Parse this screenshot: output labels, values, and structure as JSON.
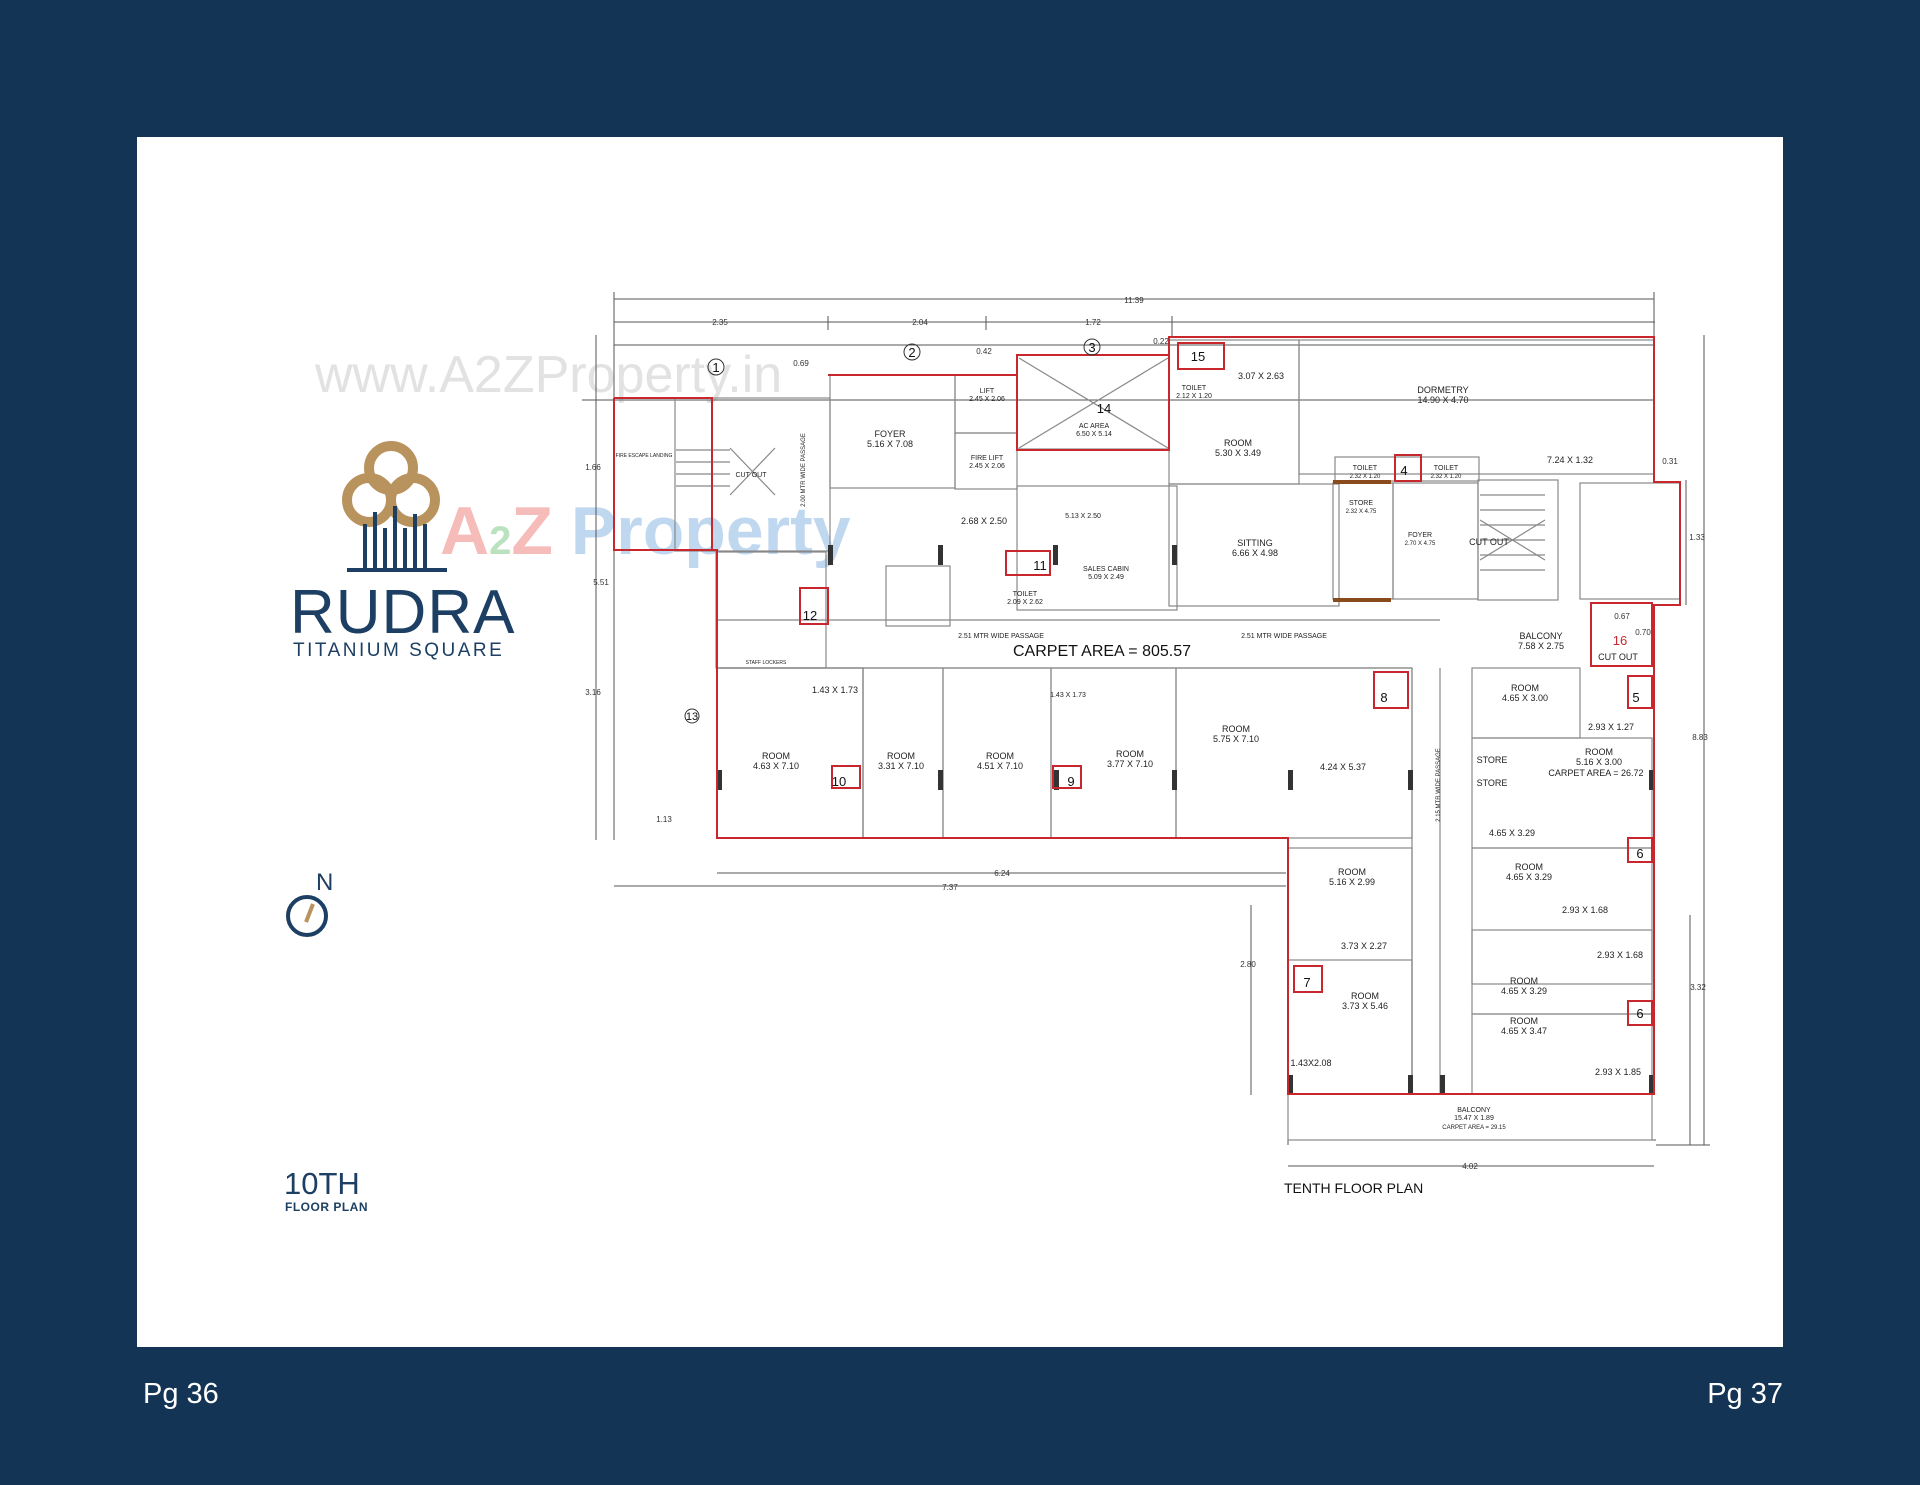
{
  "page": {
    "left_number": "Pg 36",
    "right_number": "Pg 37"
  },
  "brand": {
    "name": "RUDRA",
    "tagline": "TITANIUM SQUARE",
    "gold": "#b8935e",
    "navy": "#1c3f63"
  },
  "watermark": {
    "url": "www.A2ZProperty.in",
    "logo_a": "A",
    "logo_2": "2",
    "logo_z": "Z",
    "logo_word": "Property"
  },
  "floor_label": {
    "number": "10TH",
    "caption": "FLOOR PLAN"
  },
  "compass": {
    "label": "N"
  },
  "plan": {
    "title": "TENTH FLOOR PLAN",
    "carpet_area": "CARPET AREA = 805.57",
    "wall_color": "#c8282d",
    "dimensions": {
      "overall": "11.39",
      "d1": "2.35",
      "d2": "2.04",
      "d3": "1.72",
      "d4": "6.24",
      "d5": "7.37",
      "d6": "4.02",
      "d7": "8.83",
      "d8": "3.32",
      "d9": "2.80",
      "d10": "1.13",
      "d11": "3.16",
      "d12": "5.51",
      "d13": "1.66",
      "d14": "0.69",
      "d15": "0.42",
      "d16": "0.22",
      "d17": "0.31",
      "d18": "1.33",
      "d19": "0.67",
      "d20": "0.70"
    },
    "grid_markers": [
      "1",
      "2",
      "3",
      "13"
    ],
    "cutout_numbers": [
      "15",
      "14",
      "4",
      "11",
      "12",
      "16",
      "8",
      "5",
      "10",
      "9",
      "6",
      "7",
      "6"
    ],
    "rooms": {
      "dormetry": "DORMETRY",
      "dormetry_dim": "14.90 X 4.70",
      "room_a": "3.07 X 2.63",
      "room_b_name": "ROOM",
      "room_b_dim": "5.30 X 3.49",
      "foyer_name": "FOYER",
      "foyer_dim": "5.16 X 7.08",
      "lift_name": "LIFT",
      "lift_dim": "2.45 X 2.06",
      "firelift_name": "FIRE LIFT",
      "firelift_dim": "2.45 X 2.06",
      "ac_name": "AC AREA",
      "ac_dim": "6.50 X 5.14",
      "toilet_a": "TOILET",
      "toilet_a_dim": "2.12 X 1.20",
      "cutout_text": "CUT OUT",
      "fire_escape": "FIRE ESCAPE LANDING",
      "passage_a": "2.00 MTR WIDE PASSAGE",
      "lobby": "2.68 X 2.50",
      "small_dim": "5.13 X 2.50",
      "sales_name": "SALES CABIN",
      "sales_dim": "5.09 X 2.49",
      "toilet_b": "TOILET",
      "toilet_b_dim": "2.09 X 2.62",
      "sitting_name": "SITTING",
      "sitting_dim": "6.66 X 4.98",
      "toilet_c": "TOILET",
      "toilet_c_dim": "2.32 X 1.20",
      "toilet_d": "TOILET",
      "toilet_d_dim": "2.32 X 1.20",
      "store_a": "STORE",
      "store_a_dim": "2.32 X 4.75",
      "foyer2_name": "FOYER",
      "foyer2_dim": "2.70 X 4.75",
      "dim_724": "7.24 X 1.32",
      "balcony_name": "BALCONY",
      "balcony_dim": "7.58 X 2.75",
      "passage_b": "2.51 MTR WIDE PASSAGE",
      "passage_c": "2.51 MTR WIDE PASSAGE",
      "passage_d": "2.15 MTR WIDE PASSAGE",
      "staff_lockers": "STAFF LOCKERS",
      "r1_dim": "1.43 X 1.73",
      "r2_name": "ROOM",
      "r2_dim": "4.63 X 7.10",
      "r3_name": "ROOM",
      "r3_dim": "3.31 X 7.10",
      "r4_name": "ROOM",
      "r4_dim": "4.51 X 7.10",
      "r5_dim": "1.43 X 1.73",
      "r6_name": "ROOM",
      "r6_dim": "3.77 X 7.10",
      "r7_name": "ROOM",
      "r7_dim": "5.75 X 7.10",
      "r8_dim": "4.24 X 5.37",
      "r9_name": "ROOM",
      "r9_dim": "4.65 X 3.00",
      "r10_dim": "2.93 X 1.27",
      "store_b": "STORE",
      "store_c": "STORE",
      "r11_name": "ROOM",
      "r11_dim": "5.16 X 3.00",
      "r11_area": "CARPET AREA = 26.72",
      "r12_dim": "4.65 X 3.29",
      "r13_name": "ROOM",
      "r13_dim": "4.65 X 3.29",
      "r14_dim": "2.93 X 1.68",
      "r15_dim": "2.93 X 1.68",
      "r16_name": "ROOM",
      "r16_dim": "4.65 X 3.29",
      "r17_name": "ROOM",
      "r17_dim": "4.65 X 3.47",
      "r18_dim": "2.93 X 1.85",
      "r19_name": "ROOM",
      "r19_dim": "5.16 X 2.99",
      "r20_dim": "3.73 X 2.27",
      "r21_name": "ROOM",
      "r21_dim": "3.73 X 5.46",
      "r22_dim": "1.43X2.08",
      "balcony2_name": "BALCONY",
      "balcony2_dim": "15.47 X 1.89",
      "balcony2_area": "CARPET AREA = 29.15"
    }
  }
}
